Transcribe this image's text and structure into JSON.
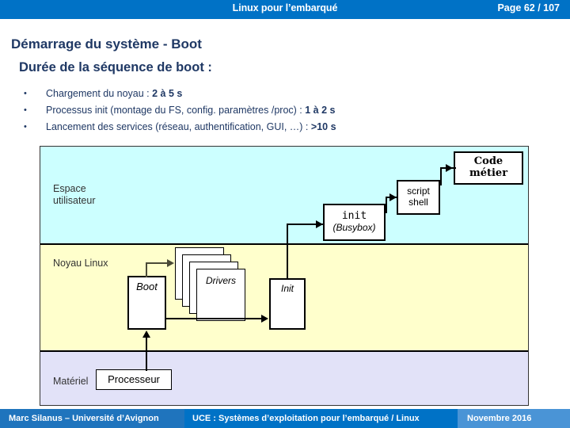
{
  "header": {
    "title": "Linux pour l’embarqué",
    "page": "Page 62 / 107"
  },
  "slide": {
    "title": "Démarrage du système - Boot",
    "subtitle": "Durée de la séquence de boot :"
  },
  "bullets": [
    {
      "mark": "•",
      "text": "Chargement du noyau : ",
      "strong": "2 à 5 s"
    },
    {
      "mark": "•",
      "text": "Processus init (montage du FS, config. paramètres /proc) : ",
      "strong": "1 à 2 s"
    },
    {
      "mark": "•",
      "text": "Lancement des services (réseau, authentification, GUI, …) : ",
      "strong": ">10 s"
    }
  ],
  "diagram": {
    "layers": [
      {
        "name": "user",
        "label": "Espace\nutilisateur",
        "color": "#CCFFFF"
      },
      {
        "name": "kernel",
        "label": "Noyau Linux",
        "color": "#FFFFCC"
      },
      {
        "name": "hw",
        "label": "Matériel",
        "color": "#E2E2F8"
      }
    ],
    "boxes": {
      "code_metier": "Code\nmétier",
      "script_shell": "script\nshell",
      "init_user_name": "init",
      "init_user_sub": "(Busybox)",
      "boot": "Boot",
      "drivers": "Drivers",
      "init_kernel": "Init",
      "processeur": "Processeur"
    }
  },
  "footer": {
    "author": "Marc Silanus – Université d’Avignon",
    "course": "UCE : Systèmes d’exploitation pour l’embarqué / Linux",
    "date": "Novembre 2016"
  },
  "colors": {
    "header_blue": "#0072C6",
    "title_navy": "#1F3864",
    "user_space": "#CCFFFF",
    "kernel_space": "#FFFFCC",
    "hardware": "#E2E2F8"
  }
}
